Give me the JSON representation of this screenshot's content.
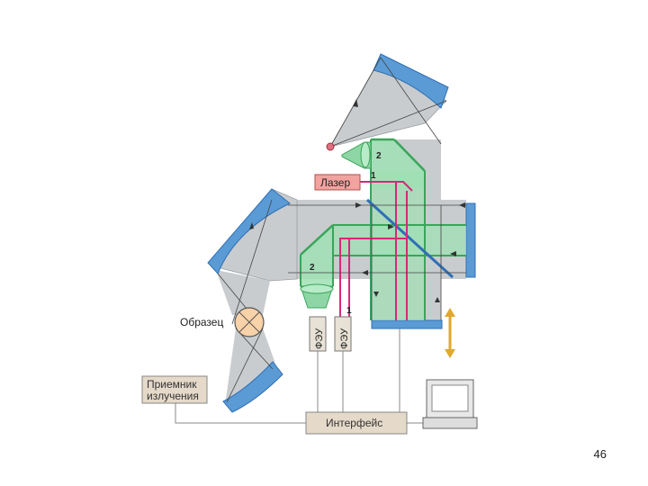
{
  "diagram": {
    "laser_label": "Лазер",
    "sample_label": "Образец",
    "detector_label_line1": "Приемник",
    "detector_label_line2": "излучения",
    "interface_label": "Интерфейс",
    "pmt_label_left": "ФЭУ",
    "pmt_label_right": "ФЭУ",
    "marker_1_top": "1",
    "marker_1_bottom": "1",
    "marker_2_top": "2",
    "marker_2_bottom": "2"
  },
  "colors": {
    "ir_beam": "#c9ccce",
    "mirror": "#5b9bd5",
    "visible_beam": "#9fe0b4",
    "visible_beam_edge": "#3aa55a",
    "laser_beam": "#d6287a",
    "laser_box": "#f2a3a0",
    "beamsplitter": "#2f6fb6",
    "instrument_box": "#e5d9c9",
    "pmt_box": "#e8e2d6",
    "motion_arrow": "#e0a830",
    "sample": "#f8d2a8"
  },
  "page": {
    "slide_number": "46"
  }
}
